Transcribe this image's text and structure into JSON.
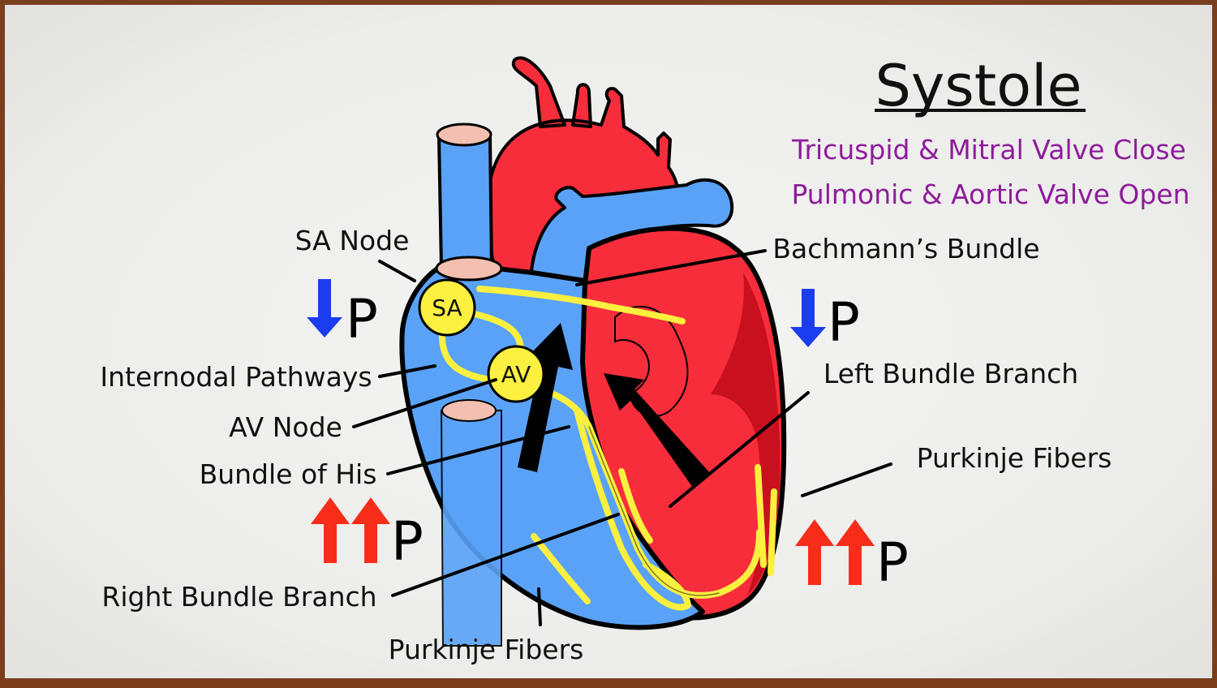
{
  "title": "Systole",
  "subtitles": [
    "Tricuspid & Mitral Valve Close",
    "Pulmonic & Aortic Valve Open"
  ],
  "labels": {
    "sa_node": "SA Node",
    "internodal": "Internodal Pathways",
    "av_node": "AV Node",
    "bundle_his": "Bundle of His",
    "right_bundle": "Right Bundle Branch",
    "purkinje_bottom": "Purkinje Fibers",
    "bachmann": "Bachmann’s Bundle",
    "left_bundle": "Left Bundle Branch",
    "purkinje_right": "Purkinje Fibers"
  },
  "nodes": {
    "sa": "SA",
    "av": "AV"
  },
  "pressure_symbol": "P",
  "pressure_indicators": {
    "atria": {
      "direction": "down",
      "count": 1
    },
    "ventricles": {
      "direction": "up",
      "count": 2
    }
  },
  "colors": {
    "title_text": "#111111",
    "subtitle_text": "#8e1c9b",
    "oxygenated": "#f72d3b",
    "oxygenated_dark": "#c8101f",
    "deoxygenated": "#5aa2f7",
    "conduction": "#fbf03f",
    "down_arrow": "#1c3cf0",
    "up_arrow": "#f72d1a",
    "vessel_opening": "#f2bfb0",
    "frame": "#7a3e1d"
  }
}
